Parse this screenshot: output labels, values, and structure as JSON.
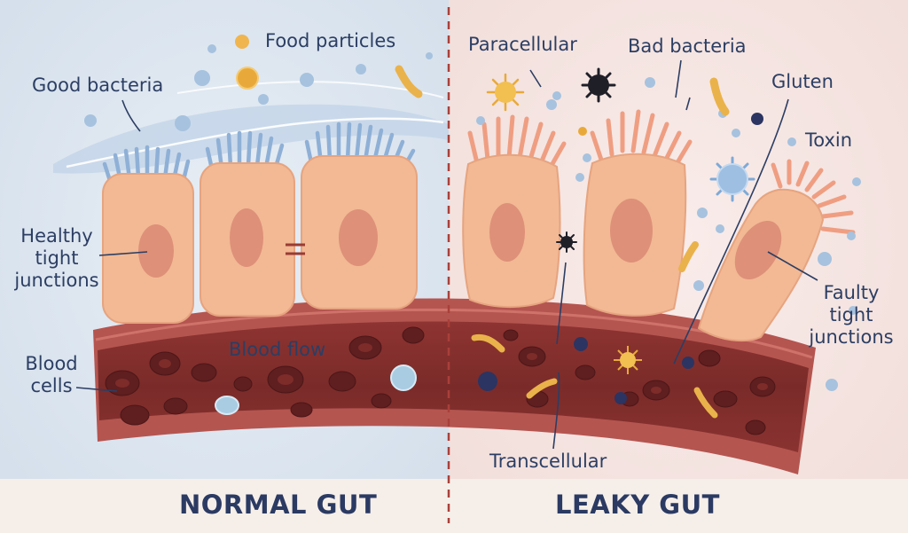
{
  "titles": {
    "left": "NORMAL GUT",
    "right": "LEAKY GUT"
  },
  "labels": {
    "food_particles": "Food particles",
    "good_bacteria": "Good bacteria",
    "healthy_tight_junctions": [
      "Healthy",
      "tight",
      "junctions"
    ],
    "blood_cells": [
      "Blood",
      "cells"
    ],
    "blood_flow": "Blood flow",
    "paracellular": "Paracellular",
    "bad_bacteria": "Bad bacteria",
    "gluten": "Gluten",
    "toxin": "Toxin",
    "faulty_tight_junctions": [
      "Faulty",
      "tight",
      "junctions"
    ],
    "transcellular": "Transcellular"
  },
  "colors": {
    "normal_bg": "#dde6ef",
    "leaky_bg": "#f5e6e3",
    "cell_fill": "#f2b994",
    "cell_nucleus": "#de9078",
    "villi_healthy": "#8fb0d6",
    "villi_leaky": "#ef9e82",
    "vessel_outer": "#a9463f",
    "vessel_inner": "#7d2c2a",
    "text": "#2c3e63",
    "divider": "#a9403a"
  }
}
